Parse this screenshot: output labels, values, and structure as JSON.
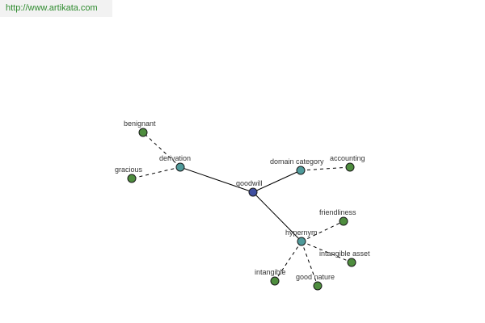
{
  "header": {
    "url_text": "http://www.artikata.com"
  },
  "graph": {
    "center": "goodwill",
    "relations": [
      "derivation",
      "domain category",
      "hypernym"
    ],
    "leaves": {
      "derivation": [
        "benignant",
        "gracious"
      ],
      "domain category": [
        "accounting"
      ],
      "hypernym": [
        "friendliness",
        "intangible asset",
        "good nature",
        "intangible"
      ]
    },
    "colors": {
      "center": "#3f4fa0",
      "relation": "#4f9a9a",
      "leaf": "#4e8d3e"
    }
  }
}
